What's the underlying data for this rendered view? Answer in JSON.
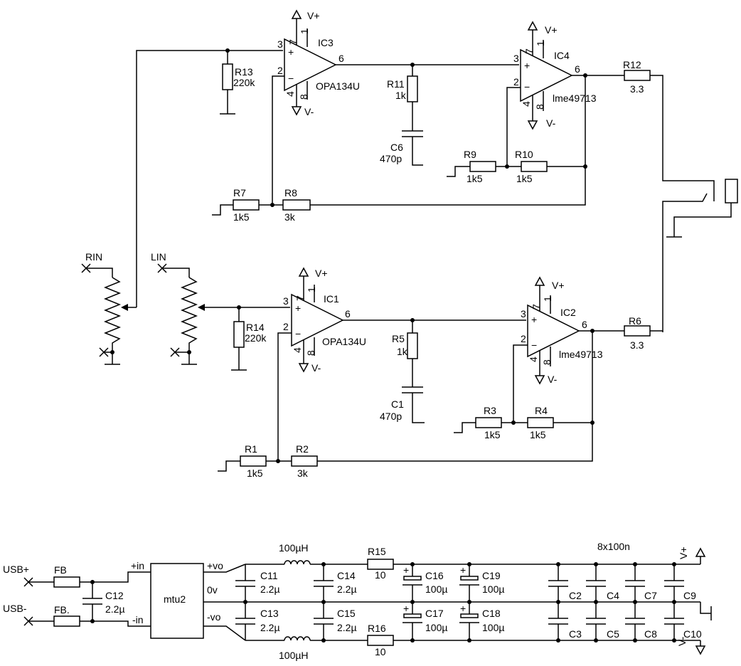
{
  "inputs": {
    "rin": "RIN",
    "lin": "LIN"
  },
  "parts": {
    "ic3": "IC3",
    "ic3_type": "OPA134U",
    "ic4": "IC4",
    "ic4_type": "lme49713",
    "ic1": "IC1",
    "ic1_type": "OPA134U",
    "ic2": "IC2",
    "ic2_type": "lme49713",
    "r13": "R13",
    "r13_v": "220k",
    "r14": "R14",
    "r14_v": "220k",
    "r11": "R11",
    "r11_v": "1k",
    "r5": "R5",
    "r5_v": "1k",
    "c6": "C6",
    "c6_v": "470p",
    "c1": "C1",
    "c1_v": "470p",
    "r9": "R9",
    "r9_v": "1k5",
    "r10": "R10",
    "r10_v": "1k5",
    "r3": "R3",
    "r3_v": "1k5",
    "r4": "R4",
    "r4_v": "1k5",
    "r7": "R7",
    "r7_v": "1k5",
    "r8": "R8",
    "r8_v": "3k",
    "r1": "R1",
    "r1_v": "1k5",
    "r2": "R2",
    "r2_v": "3k",
    "r12": "R12",
    "r12_v": "3.3",
    "r6": "R6",
    "r6_v": "3.3"
  },
  "pins": {
    "p1": "1",
    "p2": "2",
    "p3": "3",
    "p4": "4",
    "p6": "6",
    "p7": "7",
    "p8": "8",
    "plus": "+",
    "minus": "−"
  },
  "rails": {
    "vp": "V+",
    "vm": "V-"
  },
  "psu": {
    "usbp": "USB+",
    "usbm": "USB-",
    "fb1": "FB",
    "fb2": "FB.",
    "c12": "C12",
    "c12_v": "2.2µ",
    "mtu": "mtu2",
    "pin_in_p": "+in",
    "pin_in_m": "-in",
    "pin_vo_p": "+vo",
    "pin_0v": "0v",
    "pin_vo_m": "-vo",
    "c11": "C11",
    "c11_v": "2.2µ",
    "c13": "C13",
    "c13_v": "2.2µ",
    "l1_v": "100µH",
    "l2_v": "100µH",
    "c14": "C14",
    "c14_v": "2.2µ",
    "c15": "C15",
    "c15_v": "2.2µ",
    "r15": "R15",
    "r15_v": "10",
    "r16": "R16",
    "r16_v": "10",
    "c16": "C16",
    "c16_v": "100µ",
    "c17": "C17",
    "c17_v": "100µ",
    "c19": "C19",
    "c19_v": "100µ",
    "c18": "C18",
    "c18_v": "100µ",
    "bank": "8x100n",
    "c2": "C2",
    "c3": "C3",
    "c4": "C4",
    "c5": "C5",
    "c7": "C7",
    "c8": "C8",
    "c9": "C9",
    "c10": "C10",
    "vp": "V+",
    "vm": "V-"
  }
}
